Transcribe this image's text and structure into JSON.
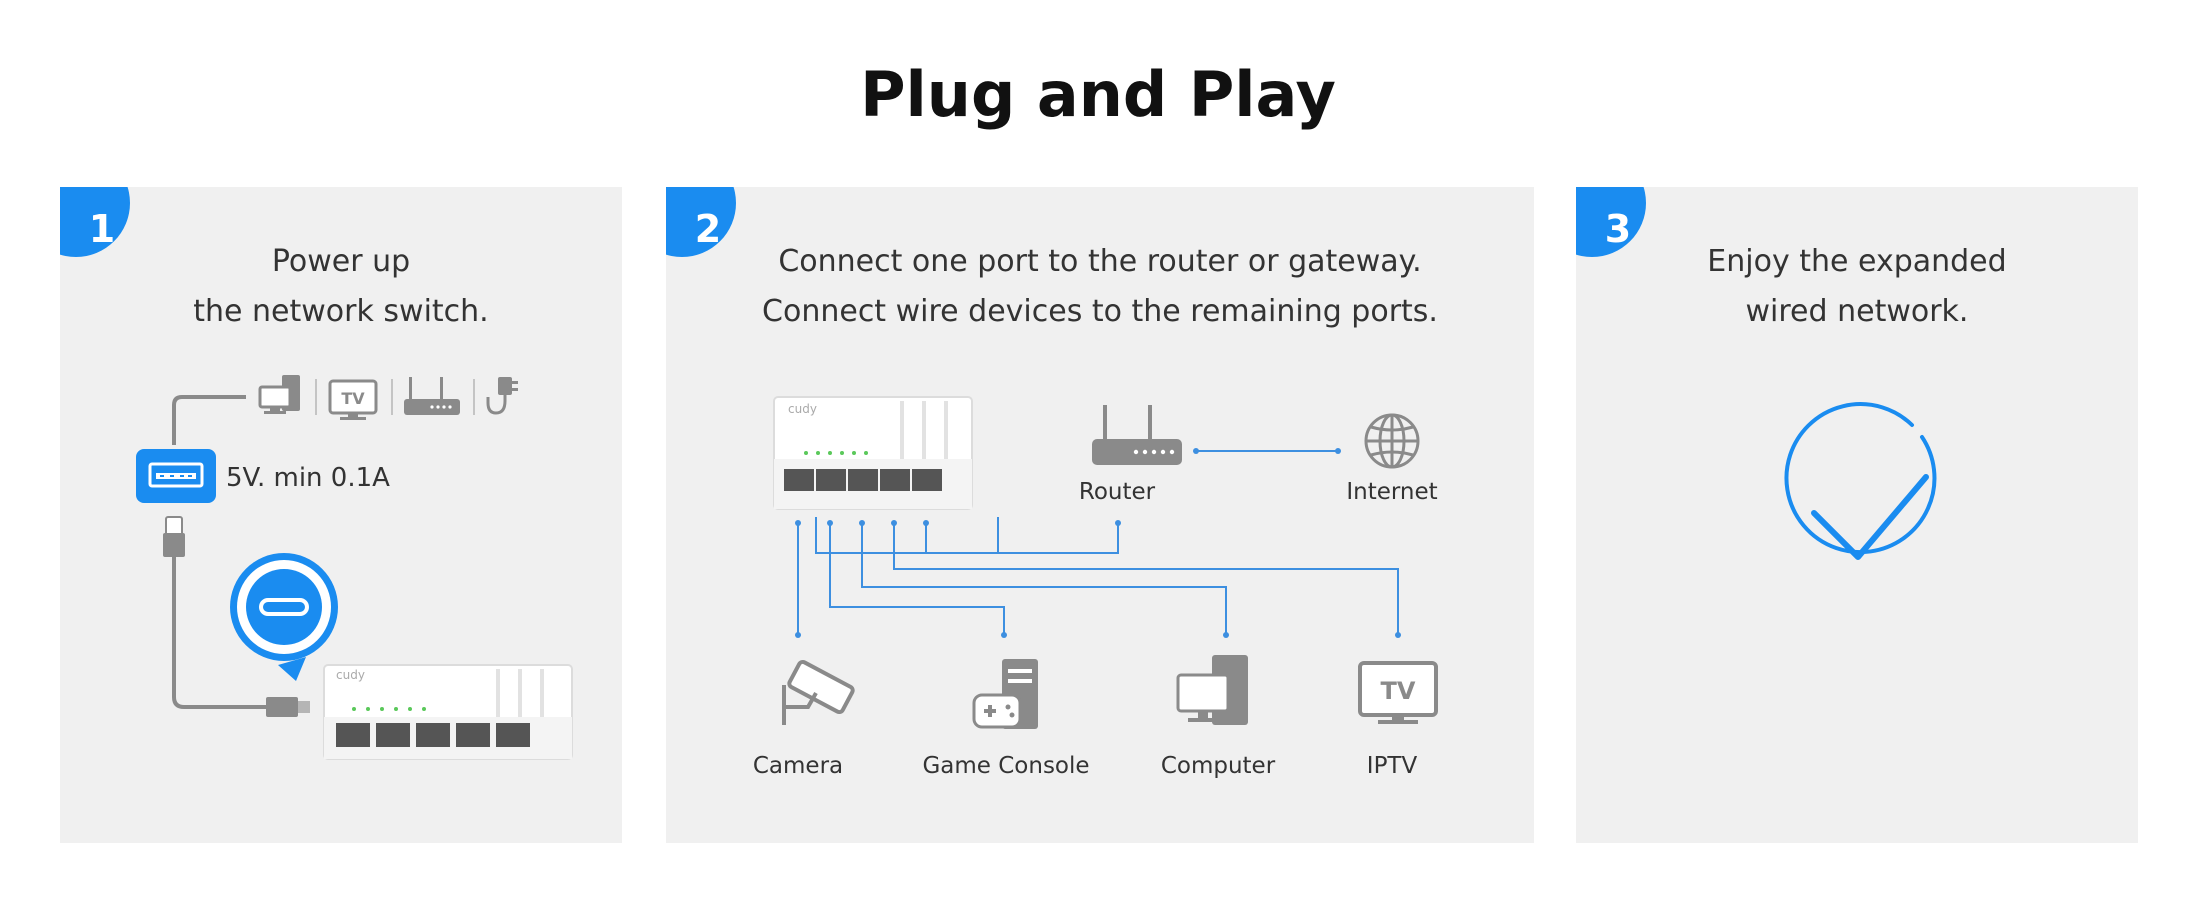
{
  "title": "Plug and Play",
  "colors": {
    "accent": "#1a8cf0",
    "panel_bg": "#f0f0f0",
    "icon_gray": "#8a8a8a",
    "wire": "#3d8fe0"
  },
  "steps": [
    {
      "number": "1",
      "lines": [
        "Power up",
        "the network switch."
      ],
      "power_spec": "5V. min 0.1A",
      "source_icons": [
        "computer-icon",
        "tv-icon",
        "router-icon",
        "power-adapter-icon"
      ]
    },
    {
      "number": "2",
      "lines": [
        "Connect one port to the router or gateway.",
        "Connect wire devices to the remaining ports."
      ],
      "devices": {
        "router": "Router",
        "internet": "Internet",
        "camera": "Camera",
        "game_console": "Game Console",
        "computer": "Computer",
        "iptv": "IPTV"
      },
      "brand": "cudy",
      "tv_text": "TV"
    },
    {
      "number": "3",
      "lines": [
        "Enjoy the expanded",
        "wired network."
      ],
      "result_icon": "checkmark-circle-icon"
    }
  ]
}
